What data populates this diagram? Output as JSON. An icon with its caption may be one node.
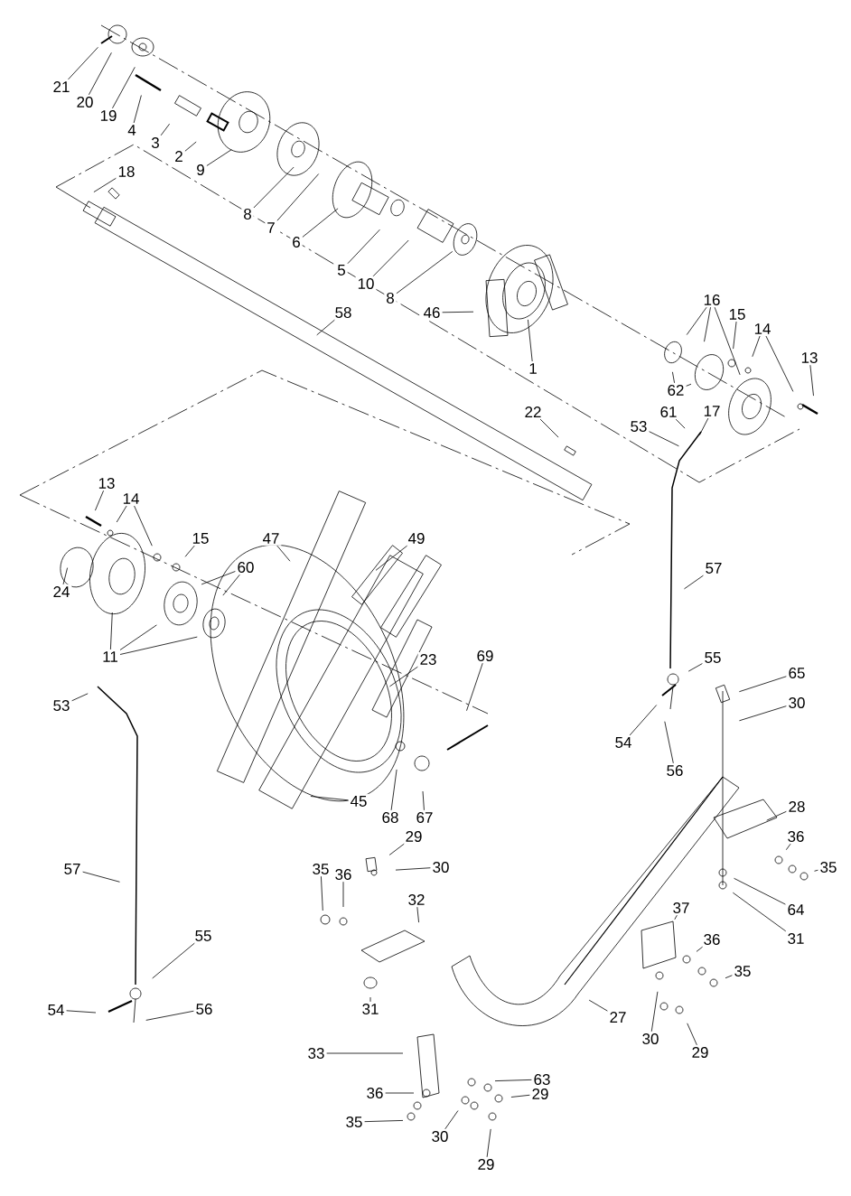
{
  "diagram": {
    "nodes": [
      {
        "text": [
          "21"
        ]
      },
      {
        "text": [
          "20"
        ]
      },
      {
        "text": [
          "19"
        ]
      },
      {
        "text": [
          "4"
        ]
      },
      {
        "text": [
          "3"
        ]
      },
      {
        "text": [
          "2"
        ]
      },
      {
        "text": [
          "9"
        ]
      },
      {
        "text": [
          "8"
        ]
      },
      {
        "text": [
          "7"
        ]
      },
      {
        "text": [
          "6"
        ]
      },
      {
        "text": [
          "5"
        ]
      },
      {
        "text": [
          "10"
        ]
      },
      {
        "text": [
          "8"
        ]
      },
      {
        "text": [
          "18"
        ]
      },
      {
        "text": [
          "58"
        ]
      },
      {
        "text": [
          "46"
        ]
      },
      {
        "text": [
          "1"
        ]
      },
      {
        "text": [
          "16"
        ]
      },
      {
        "text": [
          "15"
        ]
      },
      {
        "text": [
          "14"
        ]
      },
      {
        "text": [
          "13"
        ]
      },
      {
        "text": [
          "62"
        ]
      },
      {
        "text": [
          "22"
        ]
      },
      {
        "text": [
          "61"
        ]
      },
      {
        "text": [
          "53"
        ]
      },
      {
        "text": [
          "17"
        ]
      },
      {
        "text": [
          "13"
        ]
      },
      {
        "text": [
          "14"
        ]
      },
      {
        "text": [
          "15"
        ]
      },
      {
        "text": [
          "24"
        ]
      },
      {
        "text": [
          "47"
        ]
      },
      {
        "text": [
          "49"
        ]
      },
      {
        "text": [
          "60"
        ]
      },
      {
        "text": [
          "11"
        ]
      },
      {
        "text": [
          "23"
        ]
      },
      {
        "text": [
          "69"
        ]
      },
      {
        "text": [
          "53"
        ]
      },
      {
        "text": [
          "57"
        ]
      },
      {
        "text": [
          "55"
        ]
      },
      {
        "text": [
          "54"
        ]
      },
      {
        "text": [
          "56"
        ]
      },
      {
        "text": [
          "65"
        ]
      },
      {
        "text": [
          "30"
        ]
      },
      {
        "text": [
          "45"
        ]
      },
      {
        "text": [
          "68"
        ]
      },
      {
        "text": [
          "67"
        ]
      },
      {
        "text": [
          "28"
        ]
      },
      {
        "text": [
          "36"
        ]
      },
      {
        "text": [
          "35"
        ]
      },
      {
        "text": [
          "29"
        ]
      },
      {
        "text": [
          "30"
        ]
      },
      {
        "text": [
          "35"
        ]
      },
      {
        "text": [
          "36"
        ]
      },
      {
        "text": [
          "32"
        ]
      },
      {
        "text": [
          "64"
        ]
      },
      {
        "text": [
          "57"
        ]
      },
      {
        "text": [
          "37"
        ]
      },
      {
        "text": [
          "31"
        ]
      },
      {
        "text": [
          "55"
        ]
      },
      {
        "text": [
          "36"
        ]
      },
      {
        "text": [
          "35"
        ]
      },
      {
        "text": [
          "31"
        ]
      },
      {
        "text": [
          "54"
        ]
      },
      {
        "text": [
          "56"
        ]
      },
      {
        "text": [
          "27"
        ]
      },
      {
        "text": [
          "30"
        ]
      },
      {
        "text": [
          "29"
        ]
      },
      {
        "text": [
          "33"
        ]
      },
      {
        "text": [
          "63"
        ]
      },
      {
        "text": [
          "36"
        ]
      },
      {
        "text": [
          "29"
        ]
      },
      {
        "text": [
          "35"
        ]
      },
      {
        "text": [
          "30"
        ]
      },
      {
        "text": [
          "29"
        ]
      }
    ],
    "edges": [
      {
        "from": 0,
        "to": null,
        "arrow": "none"
      },
      {
        "from": 1,
        "to": null,
        "arrow": "none"
      },
      {
        "from": 2,
        "to": null,
        "arrow": "none"
      },
      {
        "from": 3,
        "to": null,
        "arrow": "none"
      },
      {
        "from": 4,
        "to": null,
        "arrow": "none"
      },
      {
        "from": 5,
        "to": null,
        "arrow": "none"
      },
      {
        "from": 6,
        "to": null,
        "arrow": "none"
      },
      {
        "from": 7,
        "to": null,
        "arrow": "none"
      },
      {
        "from": 8,
        "to": null,
        "arrow": "none"
      },
      {
        "from": 9,
        "to": null,
        "arrow": "none"
      },
      {
        "from": 10,
        "to": null,
        "arrow": "none"
      },
      {
        "from": 11,
        "to": null,
        "arrow": "none"
      },
      {
        "from": 12,
        "to": null,
        "arrow": "none"
      },
      {
        "from": 13,
        "to": null,
        "arrow": "none"
      },
      {
        "from": 14,
        "to": null,
        "arrow": "none"
      },
      {
        "from": 15,
        "to": null,
        "arrow": "none"
      },
      {
        "from": 16,
        "to": null,
        "arrow": "none"
      },
      {
        "from": 17,
        "to": null,
        "arrow": "none"
      },
      {
        "from": 17,
        "to": null,
        "arrow": "none"
      },
      {
        "from": 17,
        "to": null,
        "arrow": "none"
      },
      {
        "from": 18,
        "to": null,
        "arrow": "none"
      },
      {
        "from": 19,
        "to": null,
        "arrow": "none"
      },
      {
        "from": 19,
        "to": null,
        "arrow": "none"
      },
      {
        "from": 20,
        "to": null,
        "arrow": "none"
      },
      {
        "from": 21,
        "to": null,
        "arrow": "none"
      },
      {
        "from": 21,
        "to": null,
        "arrow": "none"
      },
      {
        "from": 22,
        "to": null,
        "arrow": "none"
      },
      {
        "from": 23,
        "to": null,
        "arrow": "none"
      },
      {
        "from": 24,
        "to": null,
        "arrow": "none"
      },
      {
        "from": 25,
        "to": null,
        "arrow": "none"
      },
      {
        "from": 26,
        "to": null,
        "arrow": "none"
      },
      {
        "from": 27,
        "to": null,
        "arrow": "none"
      },
      {
        "from": 27,
        "to": null,
        "arrow": "none"
      },
      {
        "from": 28,
        "to": null,
        "arrow": "none"
      },
      {
        "from": 29,
        "to": null,
        "arrow": "none"
      },
      {
        "from": 30,
        "to": null,
        "arrow": "none"
      },
      {
        "from": 31,
        "to": null,
        "arrow": "none"
      },
      {
        "from": 32,
        "to": null,
        "arrow": "none"
      },
      {
        "from": 32,
        "to": null,
        "arrow": "none"
      },
      {
        "from": 33,
        "to": null,
        "arrow": "none"
      },
      {
        "from": 33,
        "to": null,
        "arrow": "none"
      },
      {
        "from": 33,
        "to": null,
        "arrow": "none"
      },
      {
        "from": 34,
        "to": null,
        "arrow": "none"
      },
      {
        "from": 35,
        "to": null,
        "arrow": "none"
      },
      {
        "from": 36,
        "to": null,
        "arrow": "none"
      },
      {
        "from": 37,
        "to": null,
        "arrow": "none"
      },
      {
        "from": 38,
        "to": null,
        "arrow": "none"
      },
      {
        "from": 39,
        "to": null,
        "arrow": "none"
      },
      {
        "from": 40,
        "to": null,
        "arrow": "none"
      },
      {
        "from": 41,
        "to": null,
        "arrow": "none"
      },
      {
        "from": 42,
        "to": null,
        "arrow": "none"
      },
      {
        "from": 43,
        "to": null,
        "arrow": "none"
      },
      {
        "from": 44,
        "to": null,
        "arrow": "none"
      },
      {
        "from": 45,
        "to": null,
        "arrow": "none"
      },
      {
        "from": 46,
        "to": null,
        "arrow": "none"
      },
      {
        "from": 47,
        "to": null,
        "arrow": "none"
      },
      {
        "from": 48,
        "to": null,
        "arrow": "none"
      },
      {
        "from": 49,
        "to": null,
        "arrow": "none"
      },
      {
        "from": 50,
        "to": null,
        "arrow": "none"
      },
      {
        "from": 51,
        "to": null,
        "arrow": "none"
      },
      {
        "from": 52,
        "to": null,
        "arrow": "none"
      },
      {
        "from": 53,
        "to": null,
        "arrow": "none"
      },
      {
        "from": 54,
        "to": null,
        "arrow": "none"
      },
      {
        "from": 55,
        "to": null,
        "arrow": "none"
      },
      {
        "from": 56,
        "to": null,
        "arrow": "none"
      },
      {
        "from": 57,
        "to": null,
        "arrow": "none"
      },
      {
        "from": 58,
        "to": null,
        "arrow": "none"
      },
      {
        "from": 59,
        "to": null,
        "arrow": "none"
      },
      {
        "from": 60,
        "to": null,
        "arrow": "none"
      },
      {
        "from": 61,
        "to": null,
        "arrow": "none"
      },
      {
        "from": 62,
        "to": null,
        "arrow": "none"
      },
      {
        "from": 63,
        "to": null,
        "arrow": "none"
      },
      {
        "from": 64,
        "to": null,
        "arrow": "none"
      },
      {
        "from": 65,
        "to": null,
        "arrow": "none"
      },
      {
        "from": 66,
        "to": null,
        "arrow": "none"
      },
      {
        "from": 67,
        "to": null,
        "arrow": "none"
      },
      {
        "from": 68,
        "to": null,
        "arrow": "none"
      },
      {
        "from": 69,
        "to": null,
        "arrow": "none"
      },
      {
        "from": 70,
        "to": null,
        "arrow": "none"
      },
      {
        "from": 71,
        "to": null,
        "arrow": "none"
      },
      {
        "from": 72,
        "to": null,
        "arrow": "none"
      },
      {
        "from": 73,
        "to": null,
        "arrow": "none"
      }
    ]
  }
}
